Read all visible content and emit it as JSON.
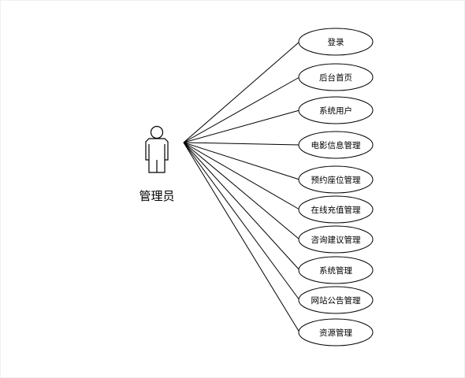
{
  "actor": {
    "label": "管理员"
  },
  "use_cases": [
    {
      "label": "登录"
    },
    {
      "label": "后台首页"
    },
    {
      "label": "系统用户"
    },
    {
      "label": "电影信息管理"
    },
    {
      "label": "预约座位管理"
    },
    {
      "label": "在线充值管理"
    },
    {
      "label": "咨询建议管理"
    },
    {
      "label": "系统管理"
    },
    {
      "label": "网站公告管理"
    },
    {
      "label": "资源管理"
    }
  ]
}
